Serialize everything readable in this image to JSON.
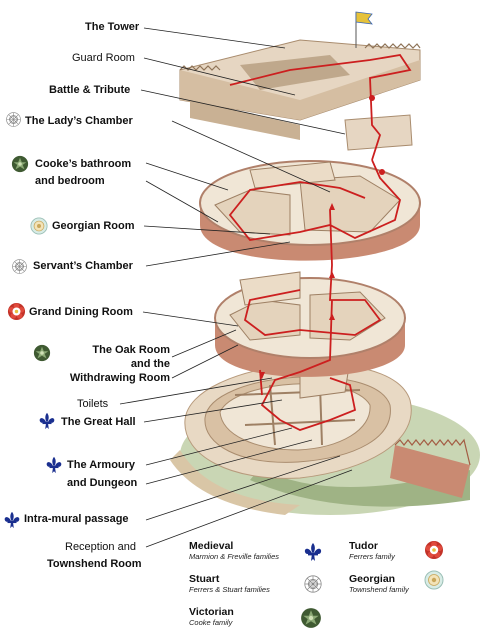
{
  "labels": {
    "tower": "The Tower",
    "guard_room": "Guard Room",
    "battle_tribute": "Battle & Tribute",
    "ladys_chamber": "The Lady’s Chamber",
    "cookes_1": "Cooke’s bathroom",
    "cookes_2": "and bedroom",
    "georgian_room": "Georgian Room",
    "servants_chamber": "Servant’s Chamber",
    "grand_dining": "Grand Dining Room",
    "oak_1": "The Oak Room",
    "oak_2": "and the",
    "oak_3": "Withdrawing Room",
    "toilets": "Toilets",
    "great_hall": "The Great Hall",
    "armoury_1": "The Armoury",
    "armoury_2": "and Dungeon",
    "intramural": "Intra-mural passage",
    "reception_1": "Reception and",
    "reception_2": "Townshend Room"
  },
  "legend": {
    "medieval": {
      "title": "Medieval",
      "sub": "Marmion & Freville families"
    },
    "stuart": {
      "title": "Stuart",
      "sub": "Ferrers & Stuart families"
    },
    "victorian": {
      "title": "Victorian",
      "sub": "Cooke family"
    },
    "tudor": {
      "title": "Tudor",
      "sub": "Ferrers family"
    },
    "georgian": {
      "title": "Georgian",
      "sub": "Townshend family"
    }
  },
  "icons": {
    "medieval": "fleur-de-lis-icon",
    "stuart": "stuart-lattice-icon",
    "victorian": "victorian-green-leaf-icon",
    "tudor": "tudor-rose-icon",
    "georgian": "georgian-medallion-icon"
  },
  "colors": {
    "route": "#cc1f1f",
    "fleur": "#1a2f8f",
    "tudor": "#c23228",
    "victorian": "#4c6a3a",
    "georgian": "#9bbfb6",
    "stone": "#e6d6c2",
    "brick": "#c98a72",
    "grass": "#a7bb8e"
  }
}
